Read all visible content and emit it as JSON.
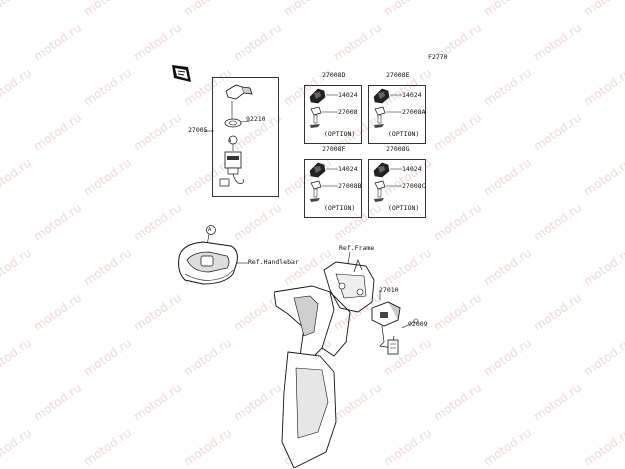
{
  "diagram_code": "F2770",
  "watermark": "motod.ru",
  "ignition_switch": {
    "assembly_no": "27005",
    "part_nut": "92210",
    "callout": "A"
  },
  "key_sets": [
    {
      "set_no": "27008D",
      "key": "14024",
      "blank": "27008",
      "option": "(OPTION)"
    },
    {
      "set_no": "27008E",
      "key": "14024",
      "blank": "27008A",
      "option": "(OPTION)"
    },
    {
      "set_no": "27008F",
      "key": "14024",
      "blank": "27008B",
      "option": "(OPTION)"
    },
    {
      "set_no": "27008G",
      "key": "14024",
      "blank": "27008C",
      "option": "(OPTION)"
    }
  ],
  "handlebar": {
    "callout": "A",
    "ref": "Ref.Handlebar"
  },
  "frame": {
    "ref": "Ref.Frame",
    "switch_part": "27010",
    "bolt_part": "92009"
  }
}
